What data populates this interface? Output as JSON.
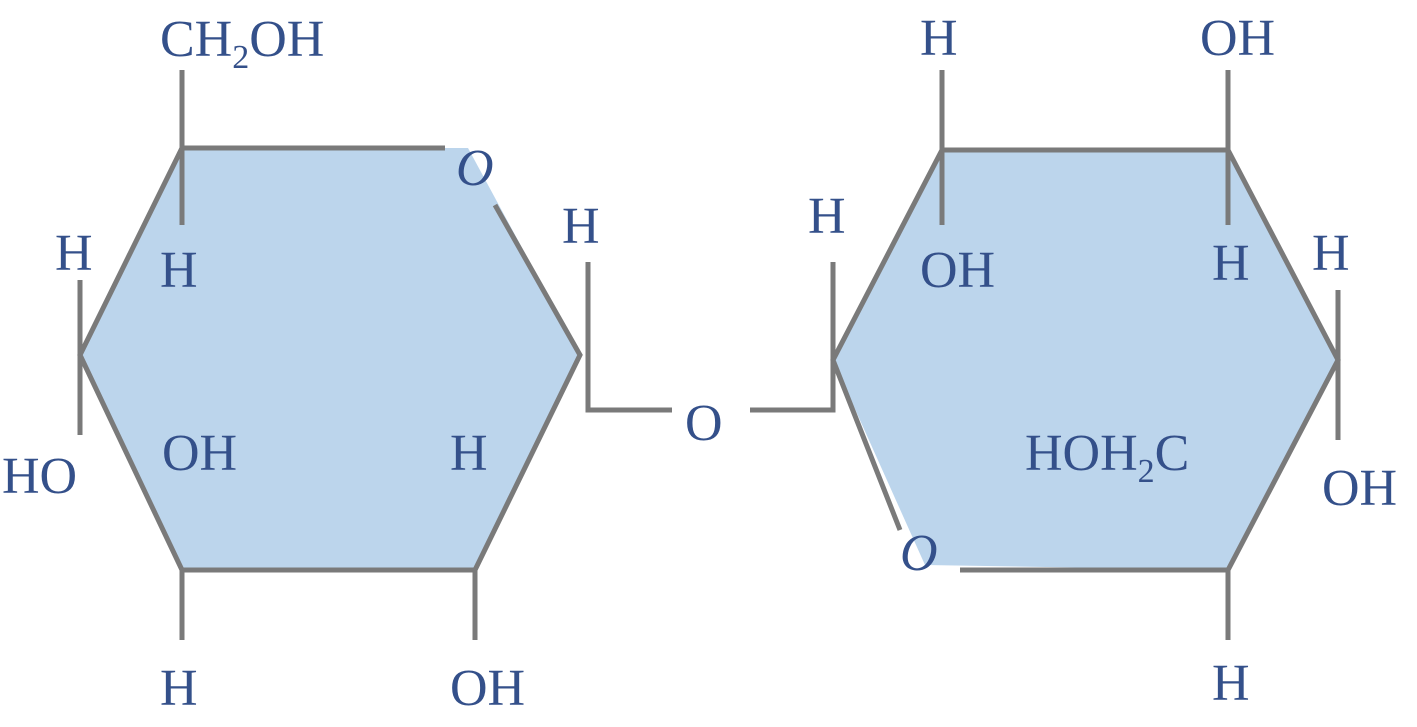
{
  "colors": {
    "ring_fill": "#bcd5ec",
    "bond": "#7a7a7a",
    "label": "#34508a"
  },
  "left_ring": {
    "ring_oxygen": "O",
    "labels": {
      "ch2oh_main": "CH",
      "ch2oh_sub": "2",
      "ch2oh_end": "OH",
      "top_h": "H",
      "left_h": "H",
      "left_ho": "HO",
      "inner_oh": "OH",
      "inner_h": "H",
      "bottom_left_h": "H",
      "bottom_right_oh": "OH",
      "anomeric_h": "H"
    }
  },
  "bridge_oxygen": "O",
  "right_ring": {
    "ring_oxygen": "O",
    "labels": {
      "anomeric_h": "H",
      "top_left_h": "H",
      "top_left_oh": "OH",
      "top_right_oh": "OH",
      "top_right_h": "H",
      "right_h": "H",
      "right_oh": "OH",
      "hoh2c_main": "HOH",
      "hoh2c_sub": "2",
      "hoh2c_end": "C",
      "bottom_h": "H"
    }
  }
}
